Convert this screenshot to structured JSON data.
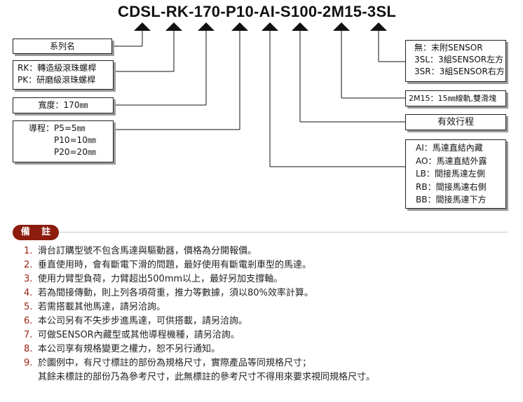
{
  "model_code": "CDSL-RK-170-P10-AI-S100-2M15-3SL",
  "left_boxes": [
    {
      "name": "series-name-box",
      "lines": [
        "系列名"
      ]
    },
    {
      "name": "screw-type-box",
      "lines": [
        "RK：轉造級滾珠螺桿",
        "PK：研磨級滾珠螺桿"
      ]
    },
    {
      "name": "width-box",
      "lines": [
        "寬度：170㎜"
      ]
    },
    {
      "name": "lead-box",
      "lines": [
        "導程：P5=5㎜",
        "P10=10㎜",
        "P20=20㎜"
      ]
    }
  ],
  "right_boxes": [
    {
      "name": "sensor-box",
      "lines": [
        "無：末附SENSOR",
        "3SL：3組SENSOR左方",
        "3SR：3組SENSOR右方"
      ]
    },
    {
      "name": "rail-box",
      "lines": [
        "2M15：15㎜線軌,雙滑塊"
      ]
    },
    {
      "name": "stroke-box",
      "lines": [
        "有效行程"
      ]
    },
    {
      "name": "motor-mount-box",
      "lines": [
        "AI：馬達直結內藏",
        "AO：馬達直結外露",
        "LB：間接馬達左側",
        "RB：間接馬達右側",
        "BB：間接馬達下方"
      ]
    }
  ],
  "notes_title": "備 註",
  "notes": [
    {
      "num": "1.",
      "text": "滑台訂購型號不包含馬達與驅動器，價格為分開報價。"
    },
    {
      "num": "2.",
      "text": "垂直使用時，會有斷電下滑的問題，最好使用有斷電剎車型的馬達。"
    },
    {
      "num": "3.",
      "text": "使用力臂型負荷，力臂超出500mm以上，最好另加支撐軸。"
    },
    {
      "num": "4.",
      "text": "若為間接傳動，則上列各項荷重，推力等數據，須以80%效率計算。"
    },
    {
      "num": "5.",
      "text": "若需搭載其他馬達，請另洽詢。"
    },
    {
      "num": "6.",
      "text": "本公司另有不失步步進馬達，可供搭載，請另洽詢。"
    },
    {
      "num": "7.",
      "text": "可做SENSOR內藏型或其他導程機種，請另洽詢。"
    },
    {
      "num": "8.",
      "text": "本公司享有規格變更之權力，恕不另行通知。"
    },
    {
      "num": "9.",
      "text": "於圖例中，有尺寸標註的部份為規格尺寸，實際產品等同規格尺寸；",
      "cont": "其餘未標註的部份乃為參考尺寸，此無標註的參考尺寸不得用來要求視同規格尺寸。"
    }
  ]
}
